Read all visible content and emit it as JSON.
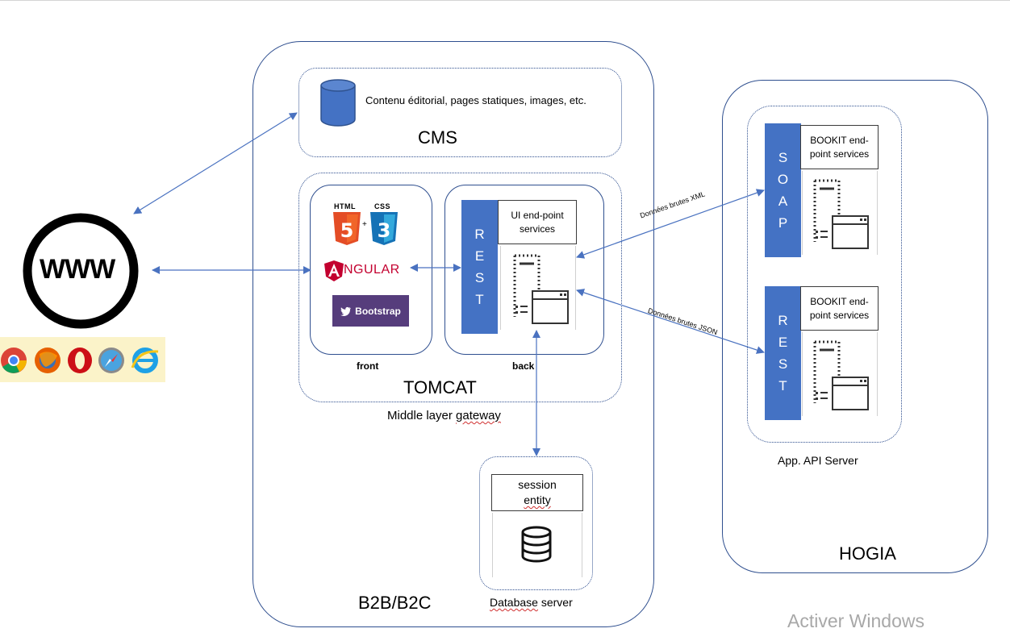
{
  "cms": {
    "description": "Contenu éditorial, pages statiques, images, etc.",
    "title": "CMS"
  },
  "front": {
    "html_label": "HTML",
    "css_label": "CSS",
    "angular_label": "NGULAR",
    "bootstrap_label": "Bootstrap",
    "caption": "front"
  },
  "back": {
    "rest_letters": [
      "R",
      "E",
      "S",
      "T"
    ],
    "service": "UI end-point services",
    "caption": "back"
  },
  "tomcat": {
    "title": "TOMCAT",
    "subtitle": "Middle layer gateway"
  },
  "database": {
    "entity": "session entity",
    "caption": "Database server"
  },
  "b2b": {
    "title": "B2B/B2C"
  },
  "hogia": {
    "title": "HOGIA",
    "api_caption": "App. API Server",
    "soap_letters": [
      "S",
      "O",
      "A",
      "P"
    ],
    "rest_letters": [
      "R",
      "E",
      "S",
      "T"
    ],
    "service_top": "BOOKIT end-point services",
    "service_bottom": "BOOKIT end-point services"
  },
  "arrows": {
    "xml": "Données brutes XML",
    "json": "Données brutes JSON"
  },
  "www": {
    "label": "WWW"
  },
  "watermark": "Activer Windows",
  "colors": {
    "accent": "#4472c4",
    "border": "#2f4f8f",
    "arrow": "#4a72c0"
  }
}
